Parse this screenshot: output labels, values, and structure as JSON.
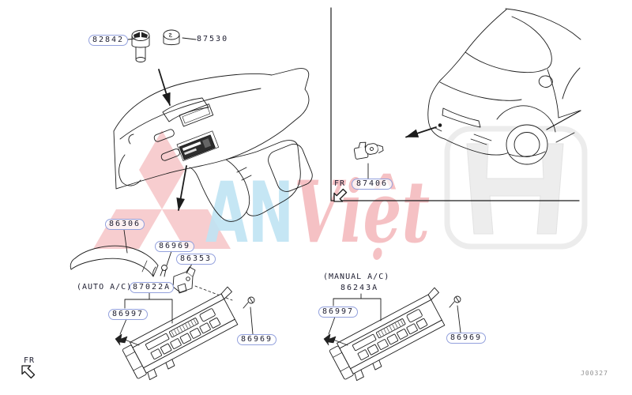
{
  "page": {
    "doc_number": "J00327"
  },
  "labels": {
    "knob": "82842",
    "cap": "87530",
    "hose": "86306",
    "hose_screw": "86969",
    "duct_sensor": "86353",
    "auto_caption": "(AUTO A/C)",
    "auto_unit": "87022A",
    "auto_clip": "86997",
    "auto_screw": "86969",
    "manual_caption": "(MANUAL A/C)",
    "manual_unit": "86243A",
    "manual_clip": "86997",
    "manual_screw": "86969",
    "ambient_sensor": "87406",
    "fr_main": "FR",
    "fr_inset": "FR"
  },
  "watermark": {
    "blue_text": "AN",
    "red_text": "Việt"
  },
  "colors": {
    "line": "#1c1c1c",
    "label_border": "#93a1dd",
    "label_text": "#1d1d30",
    "watermark_red": "#f5c0c3",
    "watermark_blue": "#bfe3f3",
    "honda_gray": "#ececec",
    "unit_dark": "#2d2d2d",
    "doc_text": "#909090"
  }
}
